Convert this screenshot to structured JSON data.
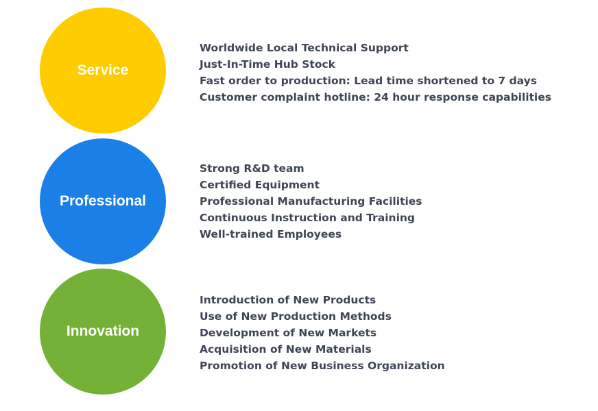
{
  "sections": [
    {
      "label": "Service",
      "color": "#ffcc00",
      "items": [
        "Worldwide Local Technical Support",
        "Just-In-Time Hub Stock",
        "Fast order to production: Lead time shortened to 7 days",
        "Customer complaint hotline: 24 hour response capabilities"
      ]
    },
    {
      "label": "Professional",
      "color": "#1a80e8",
      "items": [
        "Strong R&D team",
        "Certified Equipment",
        "Professional Manufacturing Facilities",
        "Continuous Instruction and Training",
        "Well-trained Employees"
      ]
    },
    {
      "label": "Innovation",
      "color": "#73b236",
      "items": [
        "Introduction of New Products",
        "Use of New Production Methods",
        "Development of New Markets",
        "Acquisition of New Materials",
        "Promotion of New Business Organization"
      ]
    }
  ]
}
